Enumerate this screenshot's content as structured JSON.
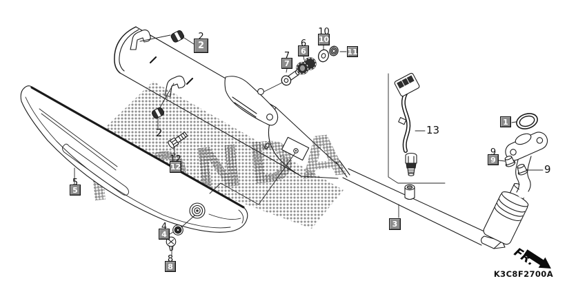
{
  "diagram": {
    "code": "K3C8F2700A",
    "direction_label": "FR.",
    "watermark_text": "HONDA",
    "colors": {
      "background": "#ffffff",
      "line_art": "#1a1a1a",
      "callout_bg": "#8c8c8c",
      "callout_text": "#ffffff"
    }
  },
  "callouts": {
    "c1": {
      "label": "1"
    },
    "c2": {
      "label": "2"
    },
    "c3": {
      "label": "3"
    },
    "c4": {
      "label": "4"
    },
    "c5": {
      "label": "5"
    },
    "c6": {
      "label": "6"
    },
    "c7": {
      "label": "7"
    },
    "c8": {
      "label": "8"
    },
    "c9": {
      "label": "9"
    },
    "c10": {
      "label": "10"
    },
    "c11": {
      "label": "11"
    },
    "c12": {
      "label": "12"
    },
    "c13": {
      "label": "13"
    }
  }
}
